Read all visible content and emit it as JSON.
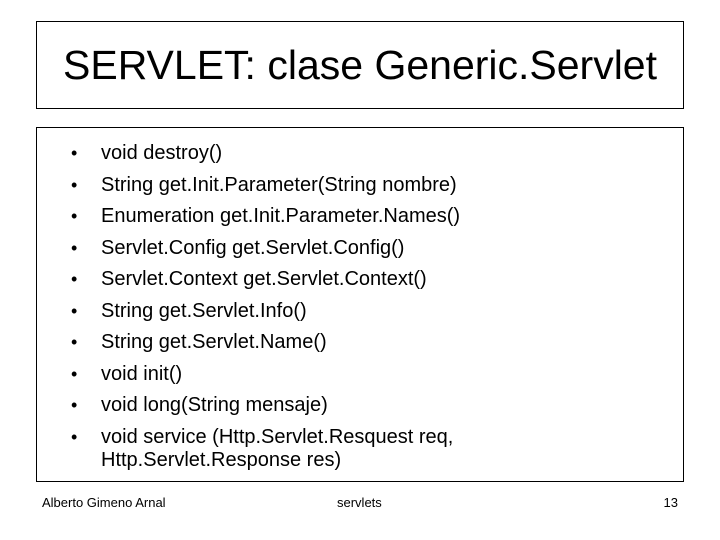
{
  "slide": {
    "title": "SERVLET: clase Generic.Servlet",
    "bullet_symbol": "•",
    "items": [
      {
        "text": "void destroy()"
      },
      {
        "text": "String get.Init.Parameter(String nombre)"
      },
      {
        "text": "Enumeration get.Init.Parameter.Names()"
      },
      {
        "text": "Servlet.Config get.Servlet.Config()"
      },
      {
        "text": "Servlet.Context get.Servlet.Context()"
      },
      {
        "text": "String get.Servlet.Info()"
      },
      {
        "text": "String get.Servlet.Name()"
      },
      {
        "text": "void init()"
      },
      {
        "text": "void long(String mensaje)"
      },
      {
        "text": "void service (Http.Servlet.Resquest req,",
        "continuation": "Http.Servlet.Response res)"
      }
    ]
  },
  "footer": {
    "author": "Alberto Gimeno Arnal",
    "topic": "servlets",
    "page": "13"
  },
  "colors": {
    "background": "#ffffff",
    "text": "#000000",
    "border": "#000000"
  }
}
